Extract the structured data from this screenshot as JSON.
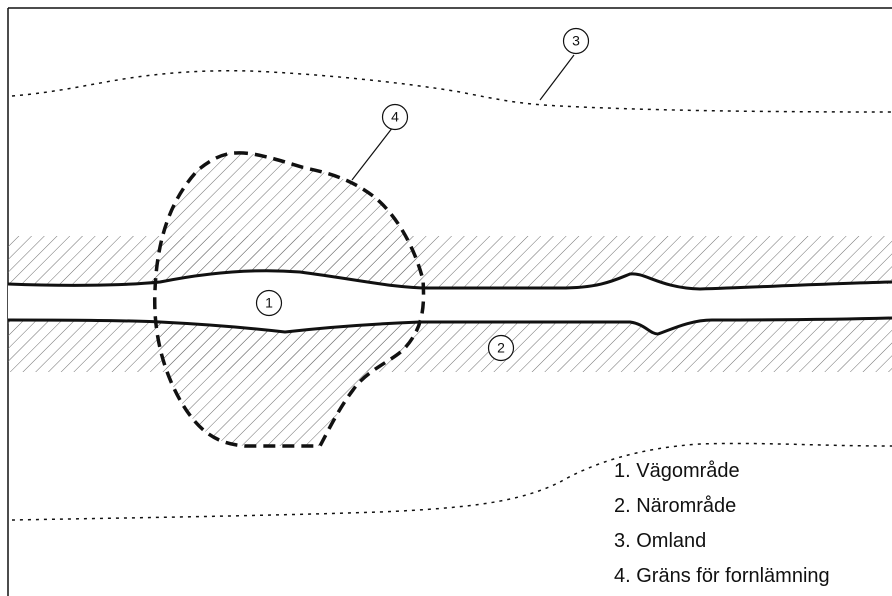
{
  "diagram": {
    "callouts": [
      {
        "id": "1",
        "label": "1"
      },
      {
        "id": "2",
        "label": "2"
      },
      {
        "id": "3",
        "label": "3"
      },
      {
        "id": "4",
        "label": "4"
      }
    ],
    "legend": [
      "1. Vägområde",
      "2. Närområde",
      "3. Omland",
      "4. Gräns för fornlämning"
    ],
    "colors": {
      "line": "#111111",
      "hatch": "#777777",
      "background": "#ffffff"
    }
  }
}
